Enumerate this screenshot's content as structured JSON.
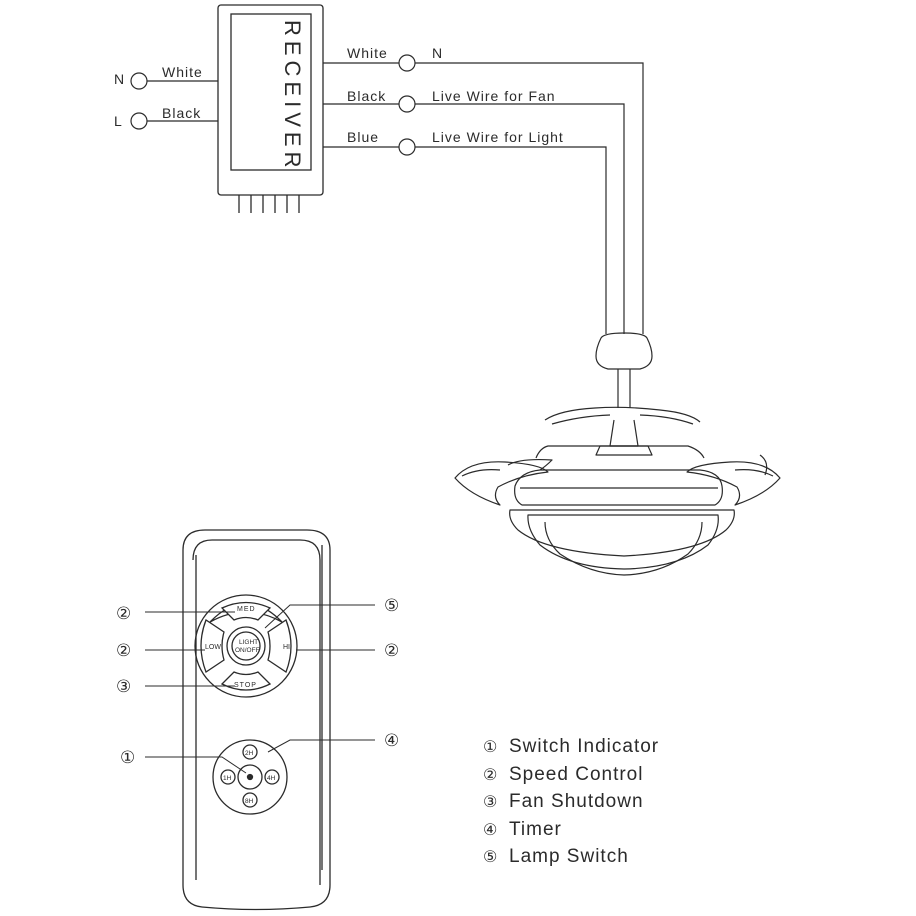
{
  "receiver": {
    "title": "RECEIVER",
    "input_wires": [
      {
        "terminal": "N",
        "color": "White"
      },
      {
        "terminal": "L",
        "color": "Black"
      }
    ],
    "output_wires": [
      {
        "color": "White",
        "label": "N"
      },
      {
        "color": "Black",
        "label": "Live Wire for Fan"
      },
      {
        "color": "Blue",
        "label": "Live Wire for Light"
      }
    ]
  },
  "remote": {
    "buttons": {
      "med": "MED",
      "low": "LOW",
      "hi": "HI",
      "stop": "STOP",
      "light_line1": "LIGHT",
      "light_line2": "ON/OFF",
      "timer_2h": "2H",
      "timer_1h": "1H",
      "timer_4h": "4H",
      "timer_8h": "8H"
    },
    "callouts": {
      "med": "②",
      "low": "②",
      "stop": "③",
      "light": "⑤",
      "hi": "②",
      "timer": "④",
      "indicator": "①"
    }
  },
  "legend": [
    {
      "num": "①",
      "text": "Switch Indicator"
    },
    {
      "num": "②",
      "text": "Speed Control"
    },
    {
      "num": "③",
      "text": "Fan Shutdown"
    },
    {
      "num": "④",
      "text": "Timer"
    },
    {
      "num": "⑤",
      "text": "Lamp Switch"
    }
  ],
  "colors": {
    "line": "#2b2b2b",
    "background": "#ffffff"
  }
}
